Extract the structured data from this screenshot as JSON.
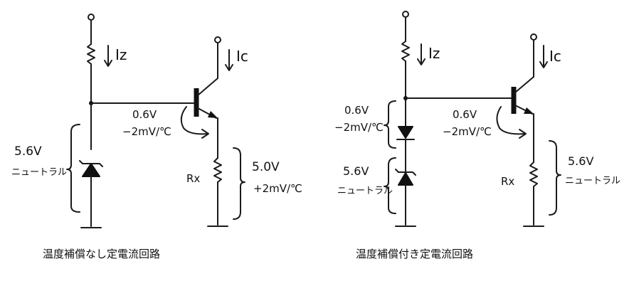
{
  "left_circuit": {
    "caption": "温度補償なし定電流回路",
    "iz_label": "Iz",
    "ic_label": "Ic",
    "vbe_value": "0.6V",
    "vbe_tc": "−2mV/℃",
    "zener_value": "5.6V",
    "zener_type": "ニュートラル",
    "rx_label": "Rx",
    "vr_value": "5.0V",
    "vr_tc": "+2mV/℃"
  },
  "right_circuit": {
    "caption": "温度補償付き定電流回路",
    "iz_label": "Iz",
    "ic_label": "Ic",
    "diode_value": "0.6V",
    "diode_tc": "−2mV/℃",
    "vbe_value": "0.6V",
    "vbe_tc": "−2mV/℃",
    "zener_value": "5.6V",
    "zener_type": "ニュートラル",
    "rx_label": "Rx",
    "vr_value": "5.6V",
    "vr_type": "ニュートラル"
  }
}
